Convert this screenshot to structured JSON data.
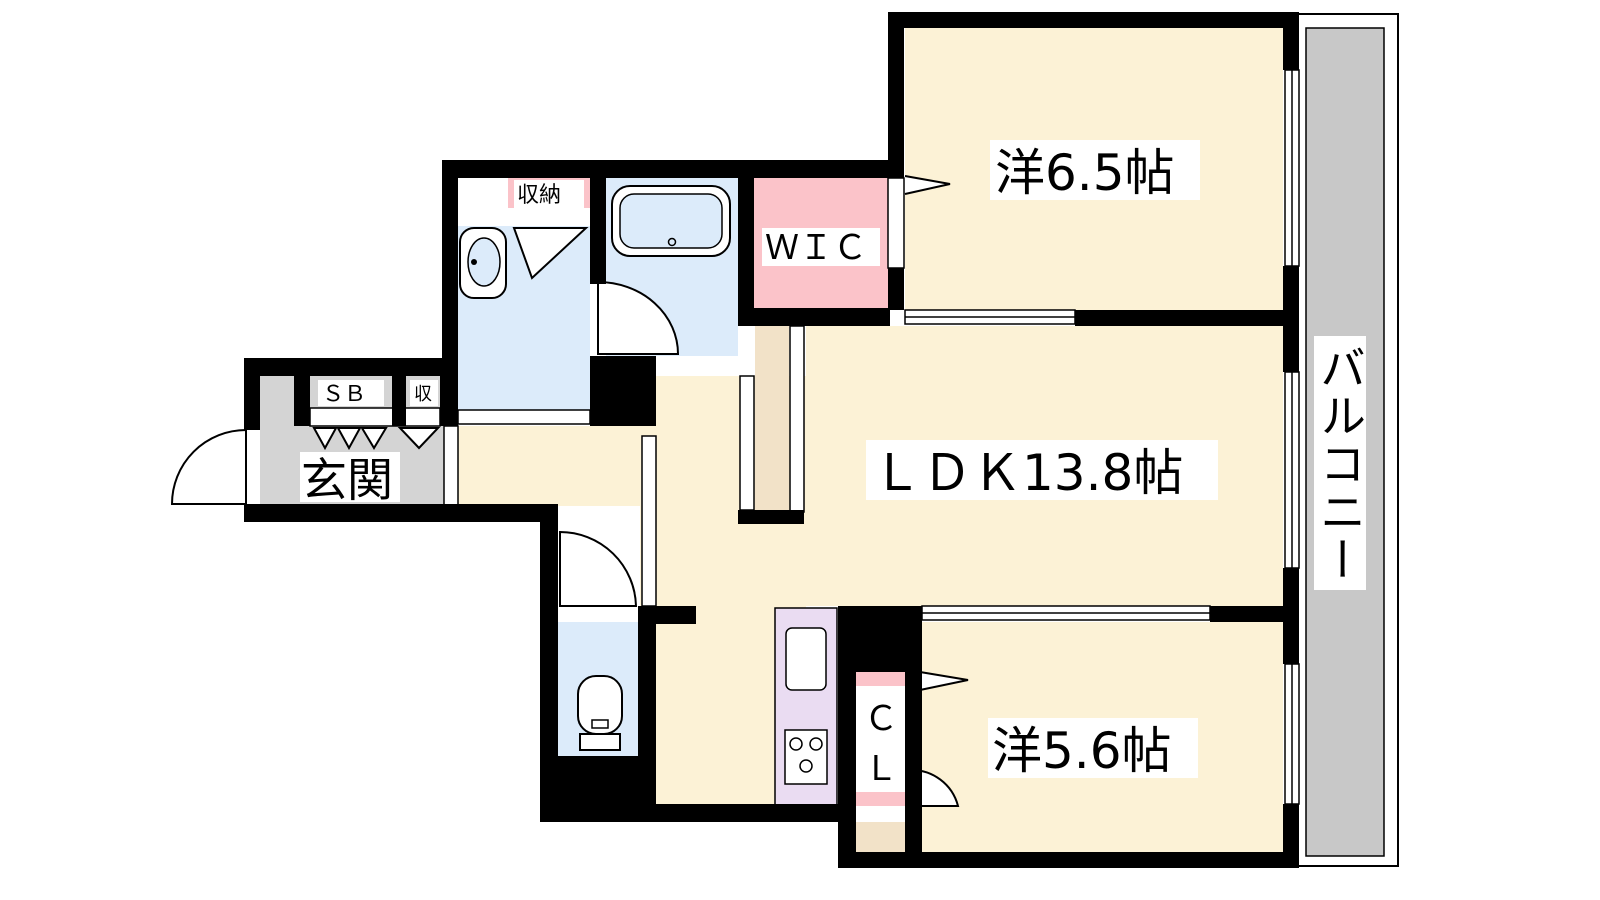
{
  "rooms": {
    "western_top": "洋6.5帖",
    "western_bottom": "洋5.6帖",
    "ldk": "ＬＤＫ13.8帖",
    "wic": "ＷＩＣ",
    "closet_c": "Ｃ",
    "closet_l": "Ｌ",
    "entrance": "玄関",
    "shoebox": "ＳＢ",
    "small_storage": "収",
    "storage": "収納",
    "balcony": "バルコニー"
  },
  "colors": {
    "floor": "#fcf2d6",
    "wet_area": "#dcebfa",
    "closet_pink": "#fbc3c9",
    "kitchen": "#eadcf2",
    "balcony": "#c8c8c8",
    "entrance": "#d4d4d4",
    "tatami_strip": "#f2e2c8",
    "wall": "#000000"
  }
}
